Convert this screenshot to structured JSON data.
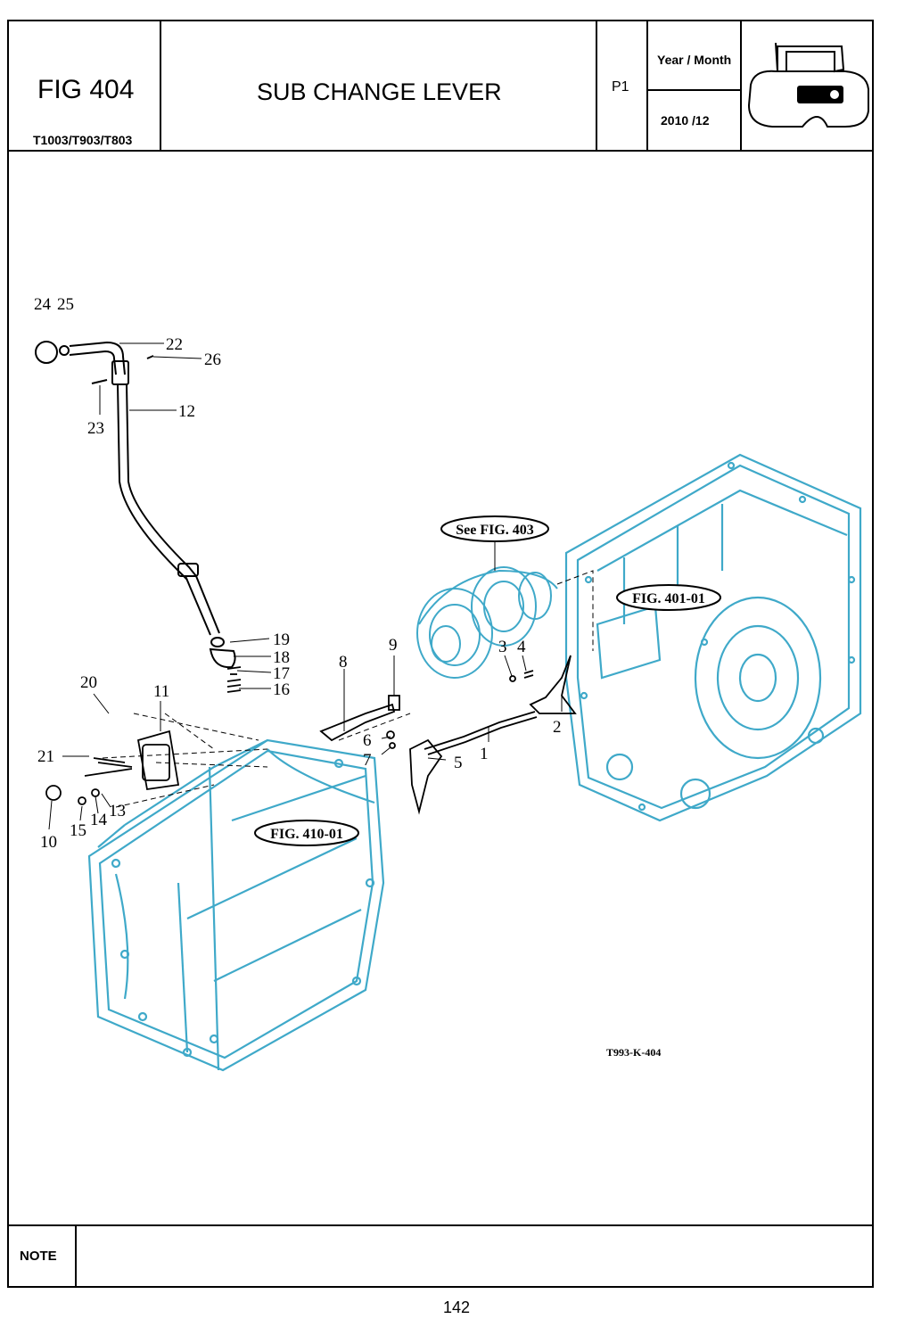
{
  "header": {
    "fig_label": "FIG 404",
    "models": "T1003/T903/T803",
    "title": "SUB CHANGE LEVER",
    "page_code": "P1",
    "year_month_label": "Year / Month",
    "year_month_value": "2010 /12",
    "tractor_icon": "tractor-silhouette-icon"
  },
  "diagram": {
    "callouts": [
      "1",
      "2",
      "3",
      "4",
      "5",
      "6",
      "7",
      "8",
      "9",
      "10",
      "11",
      "12",
      "13",
      "14",
      "15",
      "16",
      "17",
      "18",
      "19",
      "20",
      "21",
      "22",
      "23",
      "24",
      "25",
      "26"
    ],
    "figure_refs": [
      "See FIG. 403",
      "FIG. 401-01",
      "FIG. 410-01"
    ],
    "drawing_code": "T993-K-404",
    "colors": {
      "housing": "#3fa9c9",
      "parts": "#000000"
    }
  },
  "footer": {
    "note_label": "NOTE",
    "note_text": "",
    "page_number": "142"
  }
}
